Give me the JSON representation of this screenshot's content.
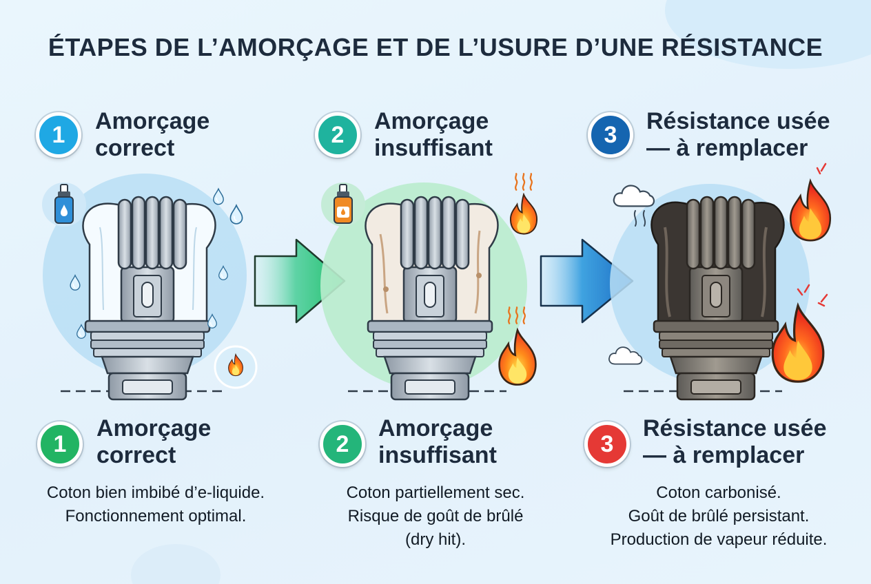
{
  "title": "ÉTAPES DE L’AMORÇAGE ET DE L’USURE D’UNE RÉSISTANCE",
  "colors": {
    "step1_top": "#1fa8e4",
    "step2_top": "#1fb39e",
    "step3_top": "#1565b0",
    "step1_bottom": "#22b463",
    "step2_bottom": "#24b57a",
    "step3_bottom": "#e53935"
  },
  "steps_top": [
    {
      "number": "1",
      "heading_line1": "Amorçage",
      "heading_line2": "correct"
    },
    {
      "number": "2",
      "heading_line1": "Amorçage",
      "heading_line2": "insuffisant"
    },
    {
      "number": "3",
      "heading_line1": "Résistance usée",
      "heading_line2": "— à remplacer"
    }
  ],
  "steps_bottom": [
    {
      "number": "1",
      "heading_line1": "Amorçage",
      "heading_line2": "correct",
      "desc": [
        "Coton bien imbibé d’e-liquide.",
        "Fonctionnement optimal."
      ]
    },
    {
      "number": "2",
      "heading_line1": "Amorçage",
      "heading_line2": "insuffisant",
      "desc": [
        "Coton partiellement sec.",
        "Risque de goût de brûlé",
        "(dry hit)."
      ]
    },
    {
      "number": "3",
      "heading_line1": "Résistance usée",
      "heading_line2": "— à remplacer",
      "desc": [
        "Coton carbonisé.",
        "Goût de brûlé persistant.",
        "Production de vapeur réduite."
      ]
    }
  ],
  "icons": {
    "eliquid": "e-liquid-bottle-icon",
    "drop": "droplet-icon",
    "flame": "flame-icon",
    "heat": "heat-waves-icon",
    "smoke": "smoke-cloud-icon",
    "arrow": "arrow-right-icon",
    "coil": "coil-illustration"
  }
}
